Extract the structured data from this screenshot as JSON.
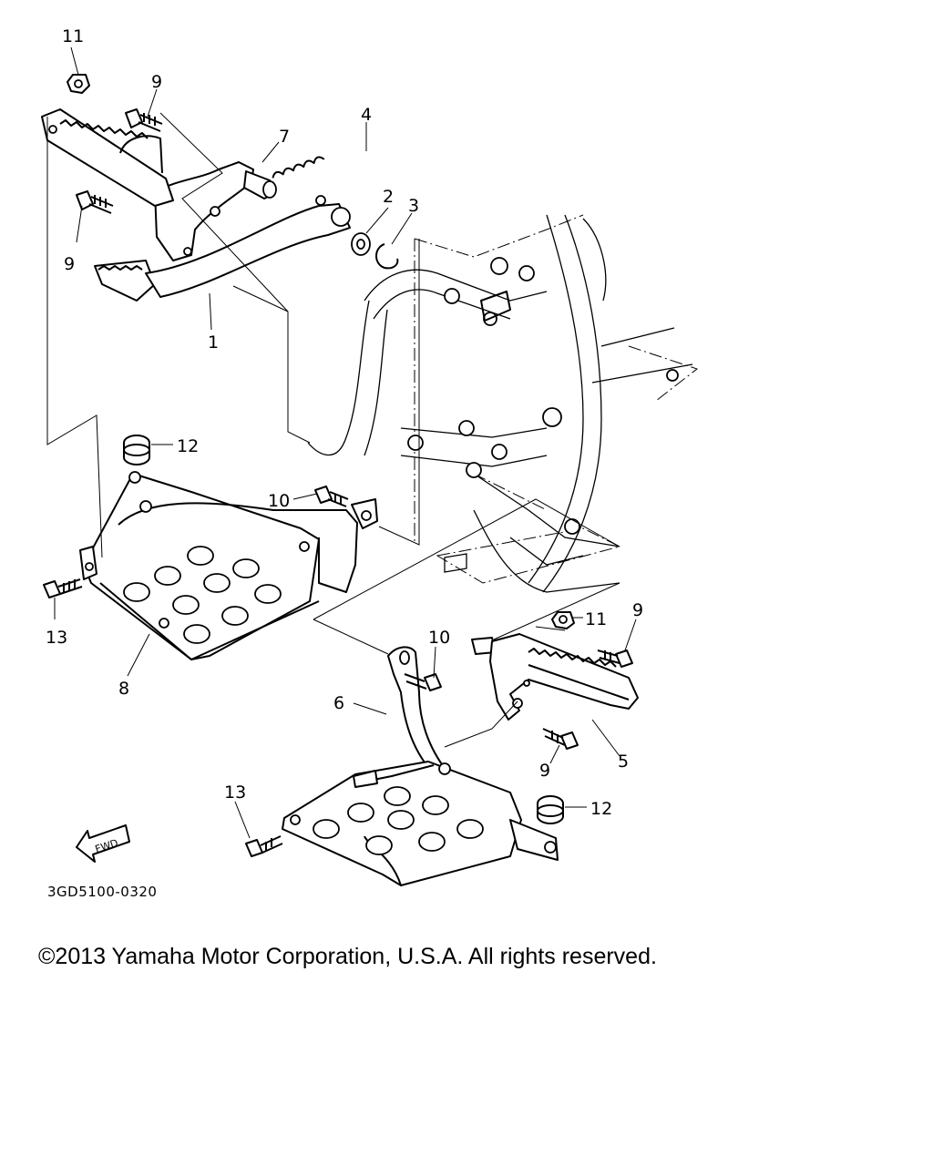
{
  "diagram": {
    "callouts": [
      {
        "id": "c11a",
        "text": "11"
      },
      {
        "id": "c9a",
        "text": "9"
      },
      {
        "id": "c4",
        "text": "4"
      },
      {
        "id": "c7",
        "text": "7"
      },
      {
        "id": "c2",
        "text": "2"
      },
      {
        "id": "c3",
        "text": "3"
      },
      {
        "id": "c9b",
        "text": "9"
      },
      {
        "id": "c1",
        "text": "1"
      },
      {
        "id": "c12a",
        "text": "12"
      },
      {
        "id": "c10a",
        "text": "10"
      },
      {
        "id": "c13a",
        "text": "13"
      },
      {
        "id": "c8",
        "text": "8"
      },
      {
        "id": "c11b",
        "text": "11"
      },
      {
        "id": "c9c",
        "text": "9"
      },
      {
        "id": "c10b",
        "text": "10"
      },
      {
        "id": "c6",
        "text": "6"
      },
      {
        "id": "c9d",
        "text": "9"
      },
      {
        "id": "c5",
        "text": "5"
      },
      {
        "id": "c13b",
        "text": "13"
      },
      {
        "id": "c12b",
        "text": "12"
      }
    ],
    "fwd_label": "FWD",
    "drawing_code": "3GD5100-0320"
  },
  "copyright": "©2013 Yamaha Motor Corporation, U.S.A. All rights reserved."
}
